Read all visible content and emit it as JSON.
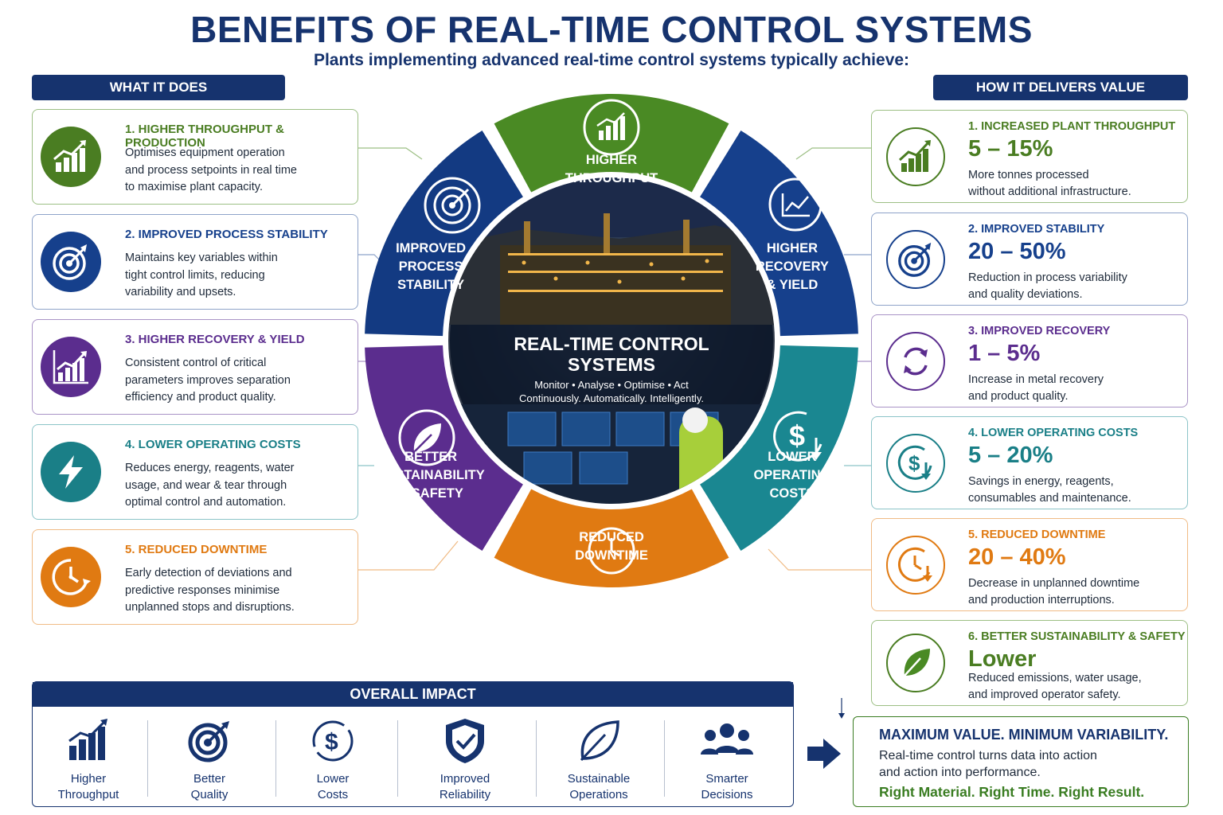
{
  "header": {
    "title": "BENEFITS OF REAL-TIME CONTROL SYSTEMS",
    "subtitle": "Plants implementing advanced real-time control systems typically achieve:"
  },
  "left_section": {
    "heading": "WHAT IT DOES",
    "items": [
      {
        "title": "1. HIGHER THROUGHPUT & PRODUCTION",
        "lines": [
          "Optimises equipment operation",
          "and process setpoints in real time",
          "to maximise plant capacity."
        ],
        "color": "#4a7d22",
        "icon": "growth-chart-icon"
      },
      {
        "title": "2. IMPROVED PROCESS STABILITY",
        "lines": [
          "Maintains key variables within",
          "tight control limits, reducing",
          "variability and upsets."
        ],
        "color": "#16408c",
        "icon": "target-icon"
      },
      {
        "title": "3. HIGHER RECOVERY & YIELD",
        "lines": [
          "Consistent control of critical",
          "parameters improves separation",
          "efficiency and product quality."
        ],
        "color": "#5b2d8e",
        "icon": "chart-icon"
      },
      {
        "title": "4. LOWER OPERATING COSTS",
        "lines": [
          "Reduces energy, reagents, water",
          "usage, and wear & tear through",
          "optimal control and automation."
        ],
        "color": "#1a7f87",
        "icon": "lightning-icon"
      },
      {
        "title": "5. REDUCED DOWNTIME",
        "lines": [
          "Early detection of deviations and",
          "predictive responses minimise",
          "unplanned stops and disruptions."
        ],
        "color": "#e07a12",
        "icon": "clock-icon"
      }
    ]
  },
  "right_section": {
    "heading": "HOW IT DELIVERS VALUE",
    "items": [
      {
        "title": "1. INCREASED PLANT THROUGHPUT",
        "value": "5 – 15%",
        "lines": [
          "More tonnes processed",
          "without additional infrastructure."
        ],
        "color": "#4a7d22",
        "icon": "growth-chart-icon"
      },
      {
        "title": "2. IMPROVED STABILITY",
        "value": "20 – 50%",
        "lines": [
          "Reduction in process variability",
          "and quality deviations."
        ],
        "color": "#16408c",
        "icon": "target-icon"
      },
      {
        "title": "3. IMPROVED RECOVERY",
        "value": "1 – 5%",
        "lines": [
          "Increase in metal recovery",
          "and product quality."
        ],
        "color": "#5b2d8e",
        "icon": "cycle-icon"
      },
      {
        "title": "4. LOWER OPERATING COSTS",
        "value": "5 – 20%",
        "lines": [
          "Savings in energy, reagents,",
          "consumables and maintenance."
        ],
        "color": "#1a7f87",
        "icon": "dollar-down-icon"
      },
      {
        "title": "5. REDUCED DOWNTIME",
        "value": "20 – 40%",
        "lines": [
          "Decrease in unplanned downtime",
          "and production interruptions."
        ],
        "color": "#e07a12",
        "icon": "clock-down-icon"
      },
      {
        "title": "6. BETTER SUSTAINABILITY & SAFETY",
        "value": "Lower",
        "lines": [
          "Reduced emissions, water usage,",
          "and improved operator safety."
        ],
        "color": "#4a7d22",
        "icon": "leaf-icon"
      }
    ]
  },
  "wheel": {
    "center_title_1": "REAL-TIME CONTROL",
    "center_title_2": "SYSTEMS",
    "center_sub_1": "Monitor • Analyse • Optimise • Act",
    "center_sub_2": "Continuously. Automatically. Intelligently.",
    "segments": [
      {
        "l1": "HIGHER",
        "l2": "THROUGHPUT",
        "l3": "",
        "color": "#4a8a24"
      },
      {
        "l1": "HIGHER",
        "l2": "RECOVERY",
        "l3": "& YIELD",
        "color": "#16408c"
      },
      {
        "l1": "LOWER",
        "l2": "OPERATING",
        "l3": "COSTS",
        "color": "#1a8791"
      },
      {
        "l1": "REDUCED",
        "l2": "DOWNTIME",
        "l3": "",
        "color": "#e07a12"
      },
      {
        "l1": "BETTER",
        "l2": "SUSTAINABILITY",
        "l3": "& SAFETY",
        "color": "#5b2d8e"
      },
      {
        "l1": "IMPROVED",
        "l2": "PROCESS",
        "l3": "STABILITY",
        "color": "#133a82"
      }
    ]
  },
  "impact": {
    "heading": "OVERALL IMPACT",
    "items": [
      {
        "l1": "Higher",
        "l2": "Throughput",
        "icon": "bar-chart-icon"
      },
      {
        "l1": "Better",
        "l2": "Quality",
        "icon": "target-icon"
      },
      {
        "l1": "Lower",
        "l2": "Costs",
        "icon": "dollar-icon"
      },
      {
        "l1": "Improved",
        "l2": "Reliability",
        "icon": "shield-check-icon"
      },
      {
        "l1": "Sustainable",
        "l2": "Operations",
        "icon": "leaf-icon"
      },
      {
        "l1": "Smarter",
        "l2": "Decisions",
        "icon": "people-icon"
      }
    ]
  },
  "final": {
    "title": "MAXIMUM VALUE. MINIMUM VARIABILITY.",
    "line1": "Real-time control turns data into action",
    "line2": "and action into performance.",
    "tagline": "Right Material. Right Time. Right Result."
  }
}
